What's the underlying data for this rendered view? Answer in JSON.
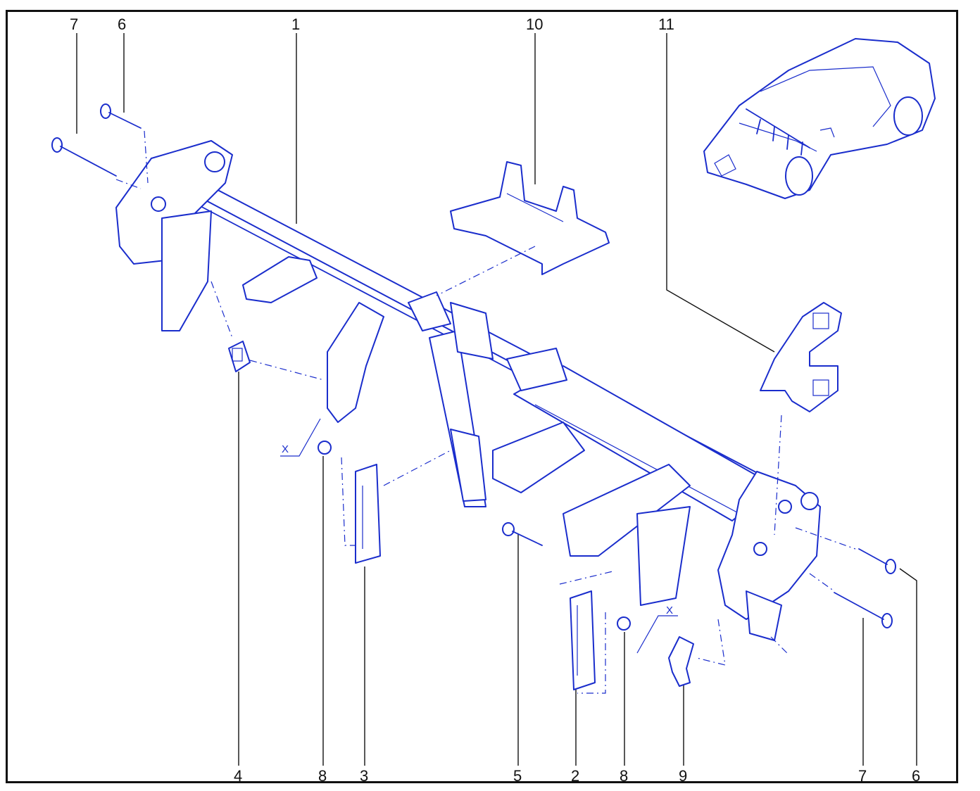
{
  "callouts": {
    "top": [
      "7",
      "6",
      "1",
      "10",
      "11"
    ],
    "bottom": [
      "4",
      "8",
      "3",
      "5",
      "2",
      "8",
      "9",
      "7",
      "6"
    ]
  },
  "markers": {
    "left": "X",
    "right": "X"
  },
  "colors": {
    "line_art": "#1a2dcc",
    "callout": "#111111",
    "frame": "#111111",
    "background": "#ffffff"
  }
}
